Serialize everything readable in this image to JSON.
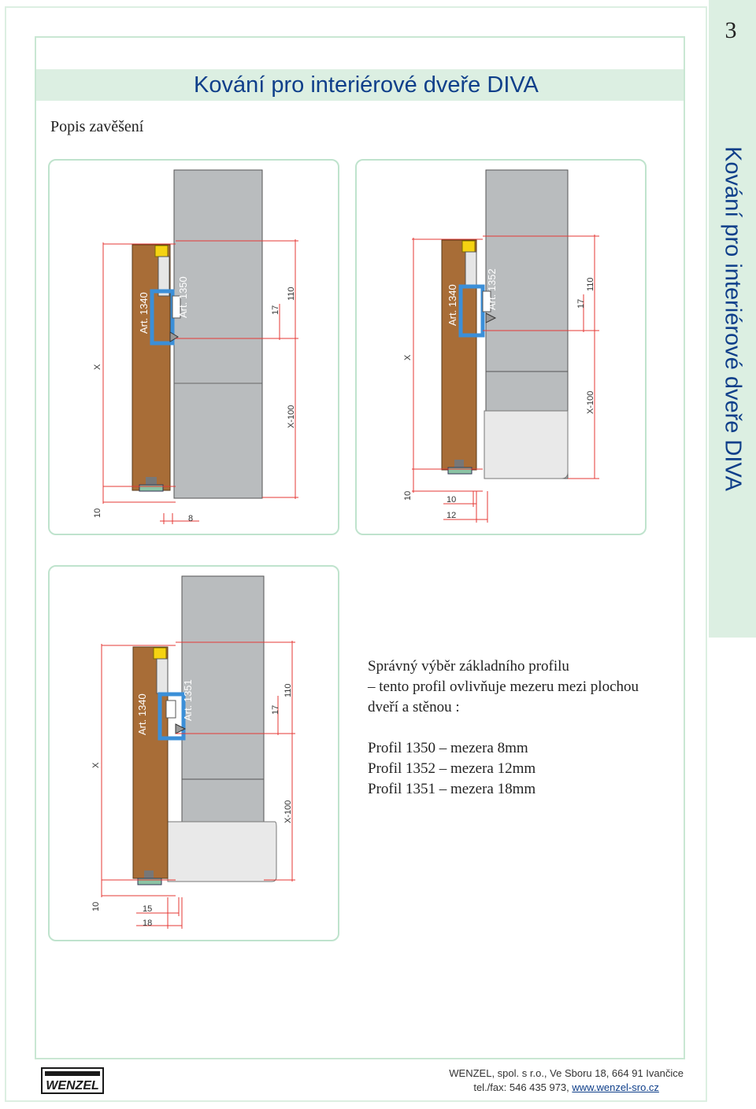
{
  "header": {
    "title": "Kování pro interiérové dveře DIVA",
    "page_number": "3",
    "side_title": "Kování pro interiérové dveře DIVA"
  },
  "section_label": "Popis zavěšení",
  "diagrams": {
    "d1350": {
      "art_door": "Art. 1340",
      "art_profile": "Art. 1350",
      "dim_x": "X",
      "dim_17": "17",
      "dim_110": "110",
      "dim_x100": "X-100",
      "dim_10": "10",
      "dim_gap": "8"
    },
    "d1352": {
      "art_door": "Art. 1340",
      "art_profile": "Art. 1352",
      "dim_x": "X",
      "dim_17": "17",
      "dim_110": "110",
      "dim_x100": "X-100",
      "dim_10v": "10",
      "dim_10h": "10",
      "dim_gap": "12"
    },
    "d1351": {
      "art_door": "Art. 1340",
      "art_profile": "Art. 1351",
      "dim_x": "X",
      "dim_17": "17",
      "dim_110": "110",
      "dim_x100": "X-100",
      "dim_10": "10",
      "dim_15": "15",
      "dim_gap": "18"
    }
  },
  "info": {
    "line1": "Správný výběr  základního profilu",
    "line2": "– tento profil ovlivňuje mezeru mezi plochou",
    "line3": "dveří a stěnou :",
    "profiles": [
      "Profil 1350 – mezera 8mm",
      "Profil 1352 – mezera 12mm",
      "Profil 1351 – mezera 18mm"
    ]
  },
  "footer": {
    "logo_text": "WENZEL",
    "line1": "WENZEL, spol. s r.o., Ve Sboru 18, 664 91 Ivančice",
    "line2_prefix": "tel./fax: 546 435 973,",
    "website": "www.wenzel-sro.cz"
  },
  "colors": {
    "title_blue": "#0f3f8a",
    "band_green": "#dcefe2",
    "door_brown": "#a86d37",
    "wall_gray": "#b9bcbe",
    "dimension_red": "#e53935",
    "profile_blue": "#3b8fd8",
    "bracket_yellow": "#f5d312"
  }
}
